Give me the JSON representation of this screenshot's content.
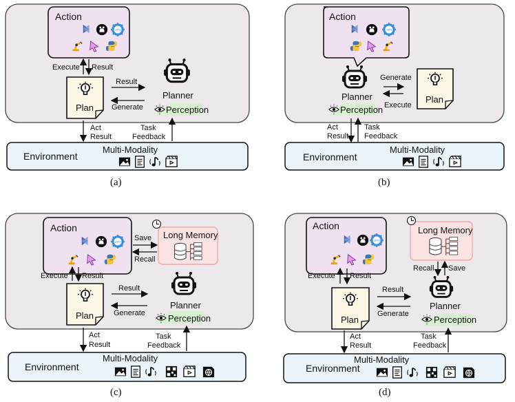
{
  "labels": {
    "action": "Action",
    "execute": "Execute",
    "result": "Result",
    "plan": "Plan",
    "planner": "Planner",
    "generate": "Generate",
    "perception": "Perception",
    "act_result_1": "Act",
    "act_result_2": "Result",
    "task_feedback_1": "Task",
    "task_feedback_2": "Feedback",
    "environment": "Environment",
    "multi_modality": "Multi-Modality",
    "long_memory": "Long Memory",
    "save": "Save",
    "recall": "Recall",
    "api": "API"
  },
  "captions": [
    "(a)",
    "(b)",
    "(c)",
    "(d)"
  ],
  "colors": {
    "outer_panel_fill": "#ede8ec",
    "action_fill": "#efe1f0",
    "memory_fill": "#fbe3e3",
    "memory_stroke": "#f0a8a8",
    "environment_fill": "#eaf2fa",
    "perception_fill": "#daf0d4",
    "plan_fill": "#fbf6e6"
  },
  "icons": [
    "visual-studio-icon",
    "github-icon",
    "api-gear-icon",
    "robot-arm-icon",
    "cursor-icon",
    "python-icon",
    "image-icon",
    "text-icon",
    "audio-icon",
    "qr-icon",
    "video-icon",
    "web-icon",
    "bulb-icon",
    "robot-head-icon",
    "eye-icon",
    "clock-icon",
    "database-icon"
  ]
}
